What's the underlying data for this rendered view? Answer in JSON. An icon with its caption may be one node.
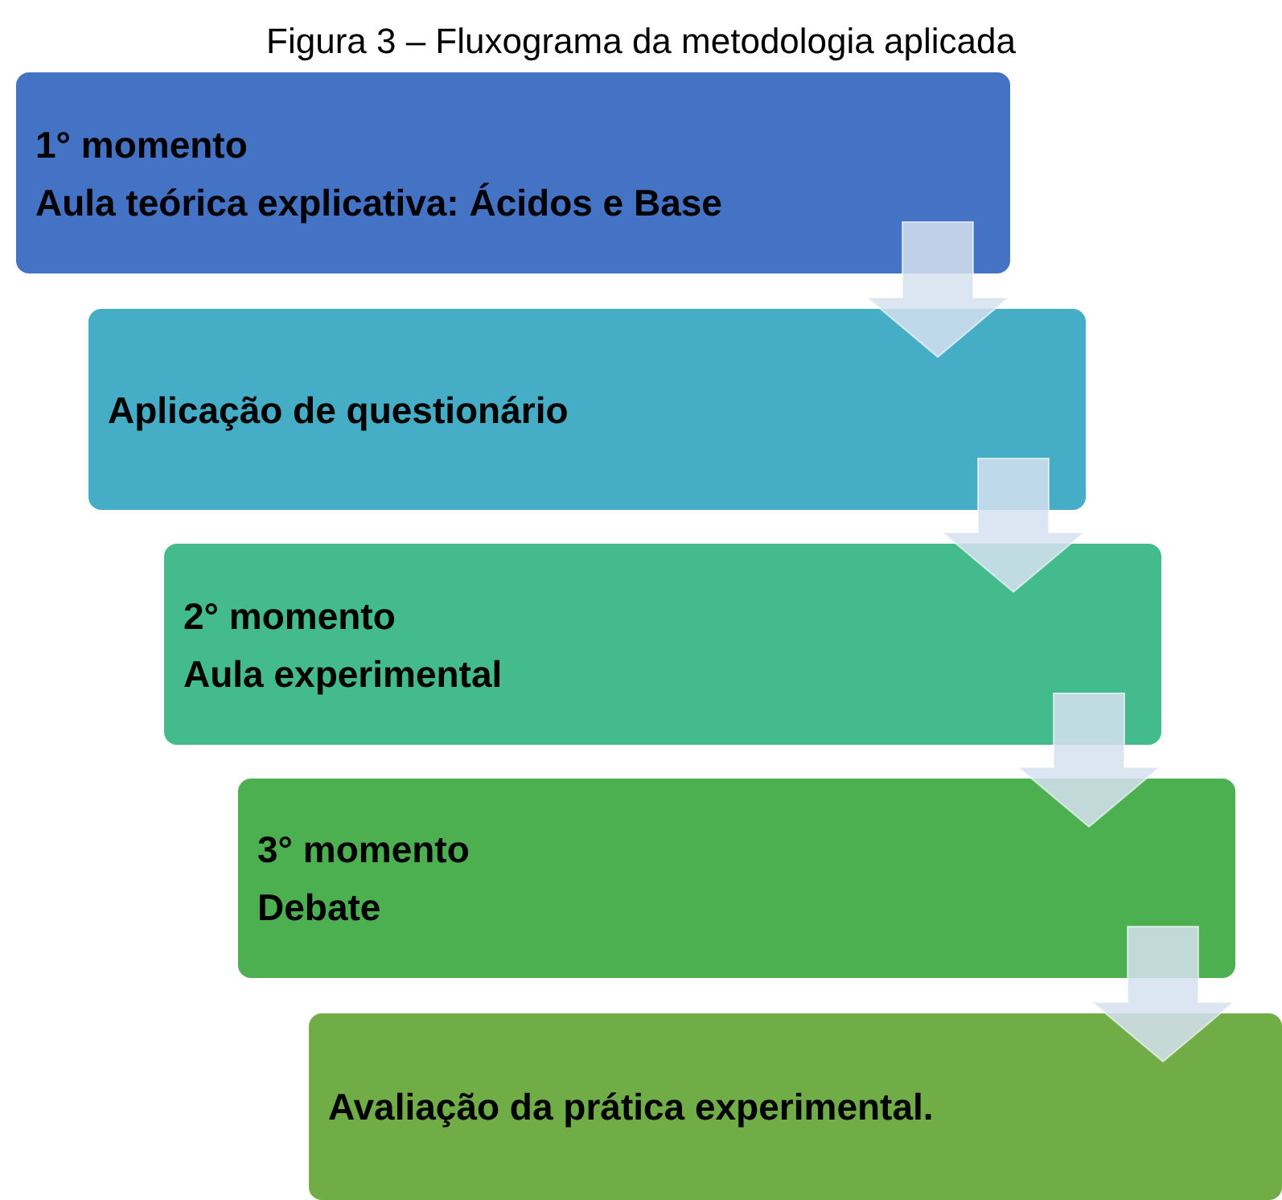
{
  "diagram": {
    "title": "Figura 3 – Fluxograma da metodologia aplicada",
    "nodes": [
      {
        "text": [
          "1° momento",
          "Aula teórica explicativa: Ácidos e Base"
        ]
      },
      {
        "text": [
          "Aplicação de questionário"
        ]
      },
      {
        "text": [
          "2° momento",
          "Aula experimental"
        ]
      },
      {
        "text": [
          "3° momento",
          "Debate"
        ]
      },
      {
        "text": [
          "Avaliação da prática experimental."
        ]
      }
    ],
    "edges": [
      {
        "from": 0,
        "to": 1,
        "arrow": "to"
      },
      {
        "from": 1,
        "to": 2,
        "arrow": "to"
      },
      {
        "from": 2,
        "to": 3,
        "arrow": "to"
      },
      {
        "from": 3,
        "to": 4,
        "arrow": "to"
      }
    ]
  }
}
